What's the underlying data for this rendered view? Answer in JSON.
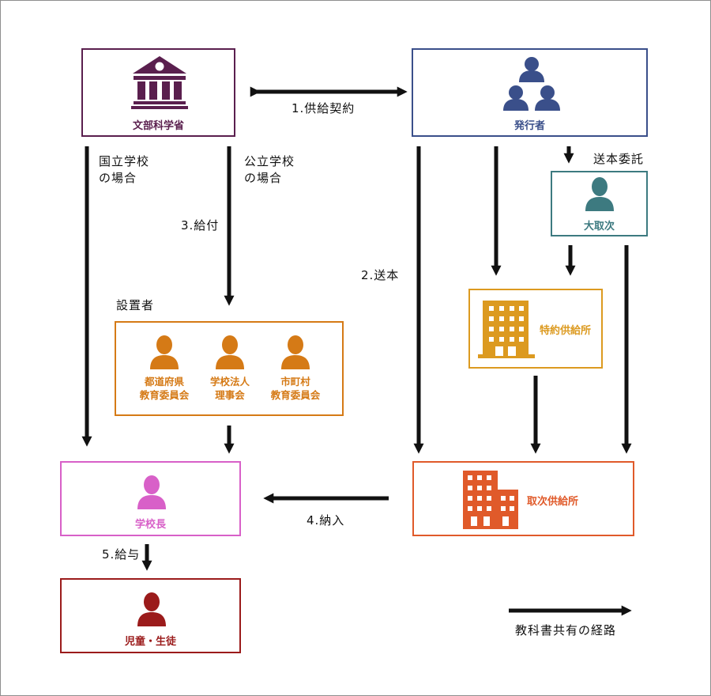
{
  "colors": {
    "ministry": "#5a1f4e",
    "publisher": "#3a4f8a",
    "wholesaler": "#3d7a80",
    "special_supplier": "#dc9a20",
    "founder": "#d57a16",
    "supplier": "#e05a2a",
    "principal": "#d860c8",
    "students": "#9b1b1b",
    "arrow": "#111111"
  },
  "nodes": {
    "ministry": {
      "label": "文部科学省",
      "icon": "government-building-icon"
    },
    "publisher": {
      "label": "発行者",
      "icon": "people-group-icon"
    },
    "wholesaler": {
      "label": "大取次",
      "icon": "person-icon"
    },
    "special_supplier": {
      "label": "特約供給所",
      "icon": "office-building-icon"
    },
    "founder": {
      "label": "設置者",
      "members": [
        {
          "line1": "都道府県",
          "line2": "教育委員会",
          "icon": "person-icon"
        },
        {
          "line1": "学校法人",
          "line2": "理事会",
          "icon": "person-icon"
        },
        {
          "line1": "市町村",
          "line2": "教育委員会",
          "icon": "person-icon"
        }
      ]
    },
    "supplier": {
      "label": "取次供給所",
      "icon": "office-building-icon"
    },
    "principal": {
      "label": "学校長",
      "icon": "person-icon"
    },
    "students": {
      "label": "児童・生徒",
      "icon": "person-icon"
    }
  },
  "edges": {
    "contract": "1.供給契約",
    "shipping": "2.送本",
    "payment": "3.給付",
    "delivery": "4.納入",
    "giving": "5.給与",
    "consignment": "送本委託",
    "national_school": {
      "line1": "国立学校",
      "line2": "の場合"
    },
    "public_school": {
      "line1": "公立学校",
      "line2": "の場合"
    }
  },
  "legend": {
    "label": "教科書共有の経路"
  }
}
